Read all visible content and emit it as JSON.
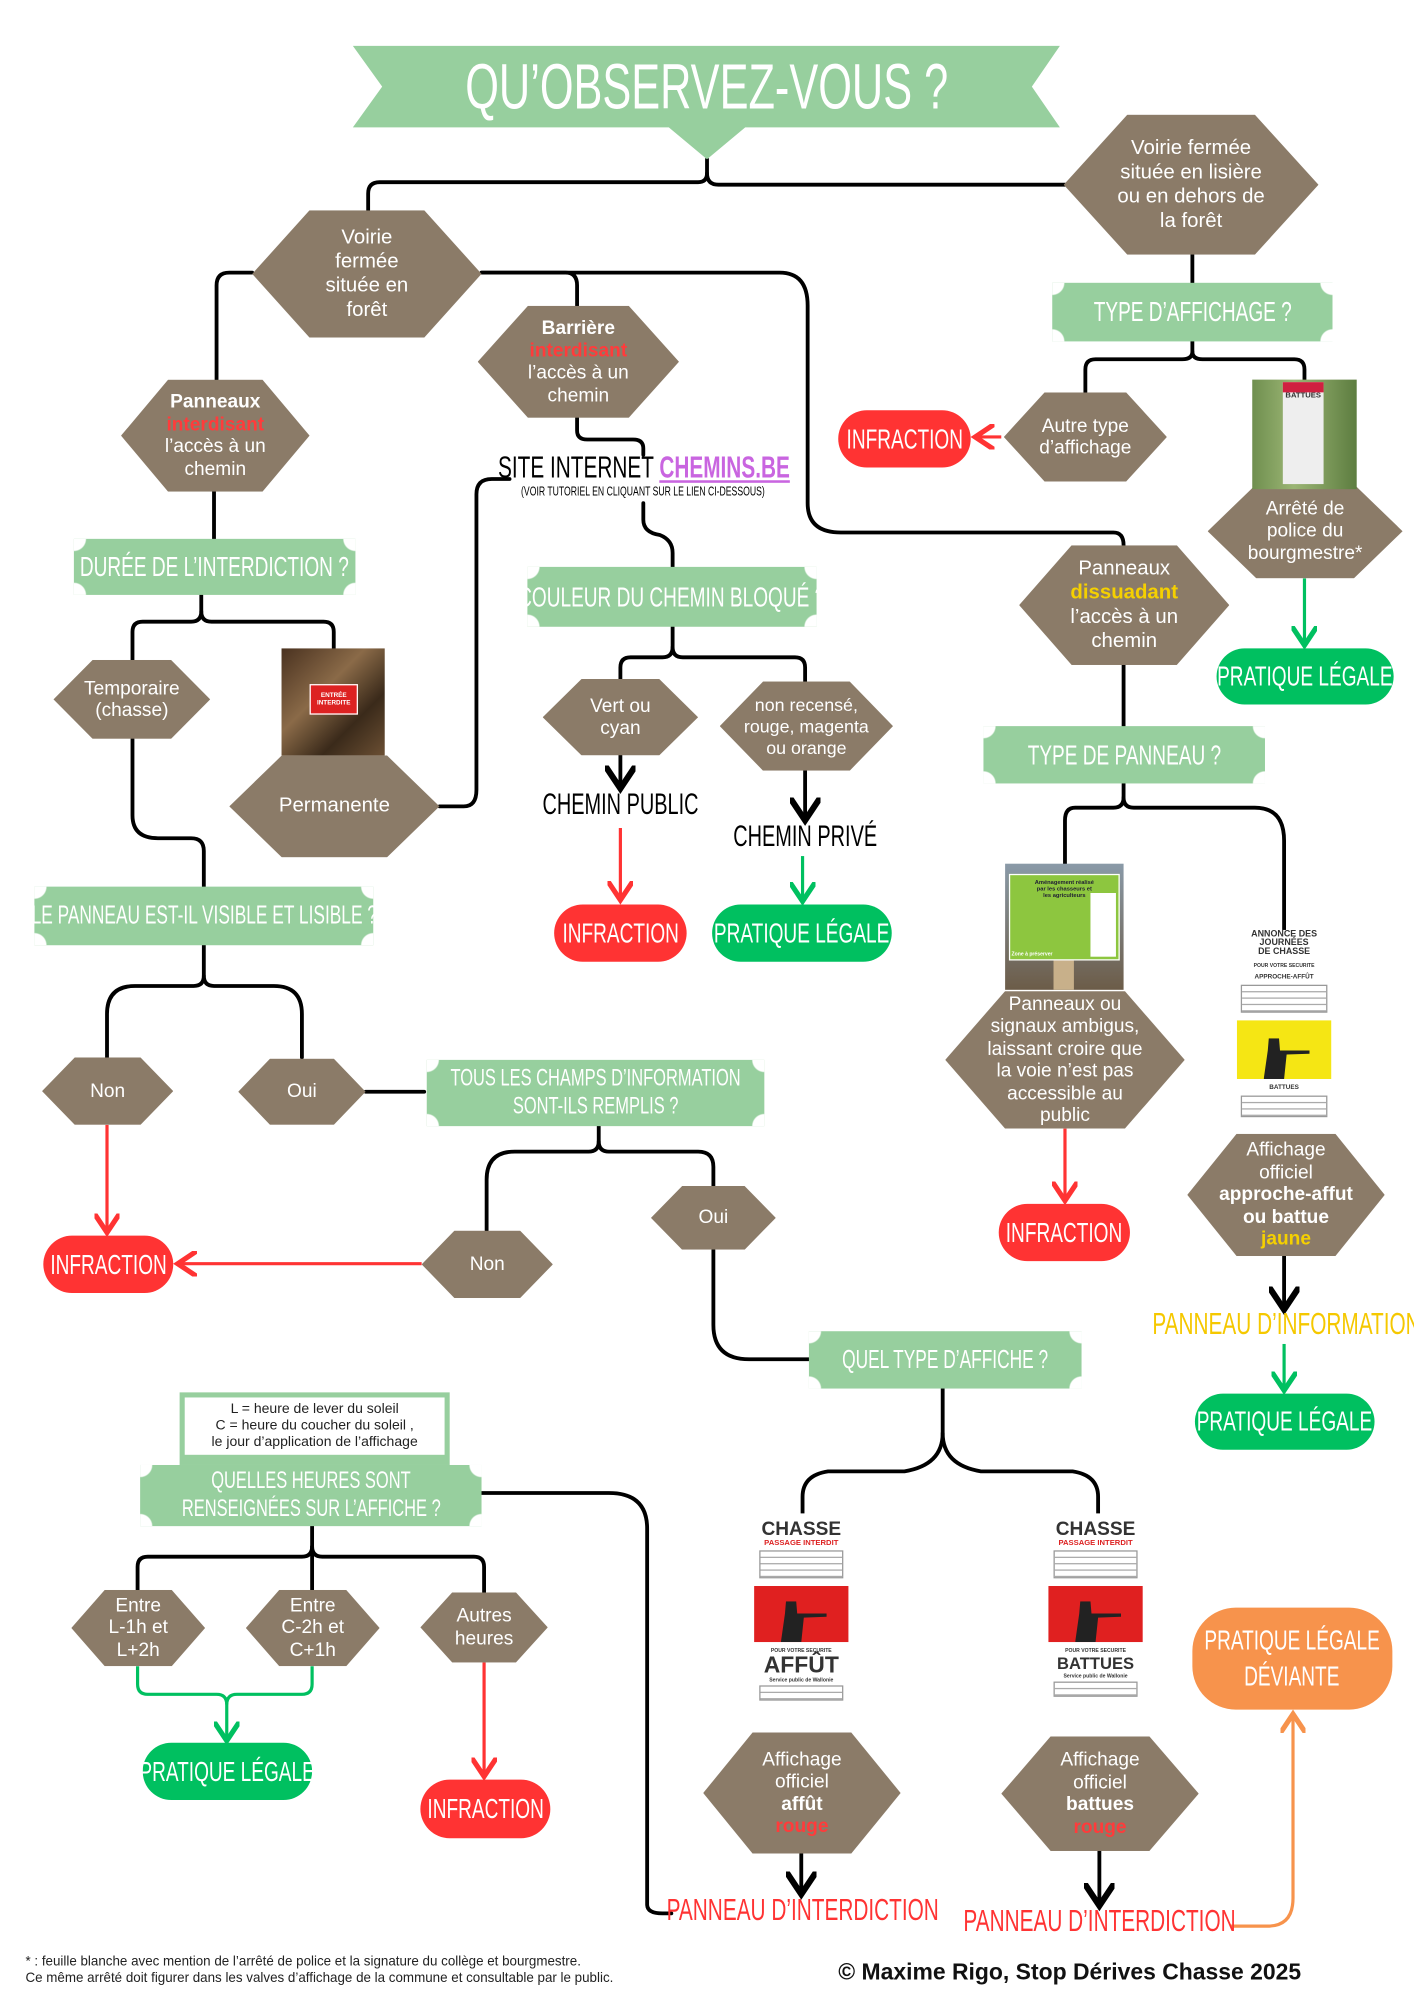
{
  "title": "QU’OBSERVEZ-VOUS ?",
  "hex": {
    "lisiere": [
      "Voirie fermée",
      "située en lisière",
      "ou en dehors de",
      "la forêt"
    ],
    "foret": [
      "Voirie",
      "fermée",
      "située en",
      "forêt"
    ],
    "barriere": {
      "bold": "Barrière",
      "red": "interdisant",
      "l1": "l’accès à un",
      "l2": "chemin"
    },
    "panneaux_int": {
      "bold": "Panneaux",
      "red": "interdisant",
      "l1": "l’accès à un",
      "l2": "chemin"
    },
    "autre_type": [
      "Autre type",
      "d’affichage"
    ],
    "arrete": [
      "Arrêté de",
      "police du",
      "bourgmestre*"
    ],
    "dissuadant": {
      "l0": "Panneaux",
      "yellow": "dissuadant",
      "l1": "l’accès à un",
      "l2": "chemin"
    },
    "temporaire": [
      "Temporaire",
      "(chasse)"
    ],
    "permanente": "Permanente",
    "vert": [
      "Vert ou",
      "cyan"
    ],
    "non_recense": [
      "non recensé,",
      "rouge, magenta",
      "ou orange"
    ],
    "non1": "Non",
    "oui1": "Oui",
    "non2": "Non",
    "oui2": "Oui",
    "ambigus": [
      "Panneaux ou",
      "signaux ambigus,",
      "laissant croire que",
      "la voie n’est pas",
      "accessible au",
      "public"
    ],
    "jaune": {
      "l0": "Affichage",
      "l1": "officiel",
      "b1": "approche-affut",
      "b2": "ou battue",
      "yellow": "jaune"
    },
    "entre_l": [
      "Entre",
      "L-1h et",
      "L+2h"
    ],
    "entre_c": [
      "Entre",
      "C-2h et",
      "C+1h"
    ],
    "autres": [
      "Autres",
      "heures"
    ],
    "affut": {
      "l0": "Affichage",
      "l1": "officiel",
      "b": "affût",
      "red": "rouge"
    },
    "battues": {
      "l0": "Affichage",
      "l1": "officiel",
      "b": "battues",
      "red": "rouge"
    }
  },
  "banners": {
    "type_affichage": "TYPE D’AFFICHAGE ?",
    "duree": "DURÉE DE L’INTERDICTION ?",
    "couleur": "COULEUR DU CHEMIN BLOQUÉ ?",
    "type_panneau": "TYPE DE PANNEAU ?",
    "visible": "LE PANNEAU EST-IL VISIBLE ET LISIBLE ?",
    "champs": [
      "TOUS LES CHAMPS D’INFORMATION",
      "SONT-ILS REMPLIS ?"
    ],
    "quel_type": "QUEL TYPE D’AFFICHE ?",
    "heures": [
      "QUELLES HEURES SONT",
      "RENSEIGNÉES SUR L’AFFICHE ?"
    ],
    "legend": [
      "L = heure de lever du soleil",
      "C = heure du coucher du soleil ,",
      "le jour d’application de l’affichage"
    ]
  },
  "outcomes": {
    "infraction": "INFRACTION",
    "legale": "PRATIQUE LÉGALE",
    "deviante": [
      "PRATIQUE LÉGALE",
      "DÉVIANTE"
    ]
  },
  "labels": {
    "site": "SITE INTERNET ",
    "site_link": "CHEMINS.BE",
    "site_sub": "(VOIR TUTORIEL EN CLIQUANT SUR LE LIEN CI-DESSOUS)",
    "public": "CHEMIN PUBLIC",
    "prive": "CHEMIN PRIVÉ",
    "info": "PANNEAU D’INFORMATION",
    "interdiction": "PANNEAU D’INTERDICTION"
  },
  "images": {
    "entree": "ENTRÉE INTERDITE",
    "battues_photo": "BATTUES",
    "sign": [
      "Aménagement réalisé",
      "par les chasseurs et",
      "les agriculteurs"
    ],
    "sign_side": "Zone à préserver",
    "annonce": [
      "ANNONCE DES",
      "JOURNÉES",
      "DE CHASSE"
    ],
    "securite": "POUR VOTRE SECURITE",
    "approche": "APPROCHE-AFFÛT",
    "battues": "BATTUES",
    "chasse": "CHASSE",
    "passage": "PASSAGE INTERDIT",
    "affut": "AFFÛT",
    "battues_big": "BATTUES",
    "wallonie": "Service public de Wallonie"
  },
  "footer": {
    "note1": "* : feuille blanche avec mention de l’arrêté de police et la signature du collège et bourgmestre.",
    "note2": "Ce même arrêté doit figurer dans les valves d’affichage de la commune et consultable par le public.",
    "copyright": "© Maxime Rigo, Stop Dérives Chasse 2025"
  },
  "colors": {
    "hex": "#8B7B68",
    "banner": "#97CF9E",
    "infraction": "#FF3333",
    "legale": "#00C060",
    "deviante": "#F7934C",
    "link": "#C965E0",
    "info": "#F5C800"
  }
}
